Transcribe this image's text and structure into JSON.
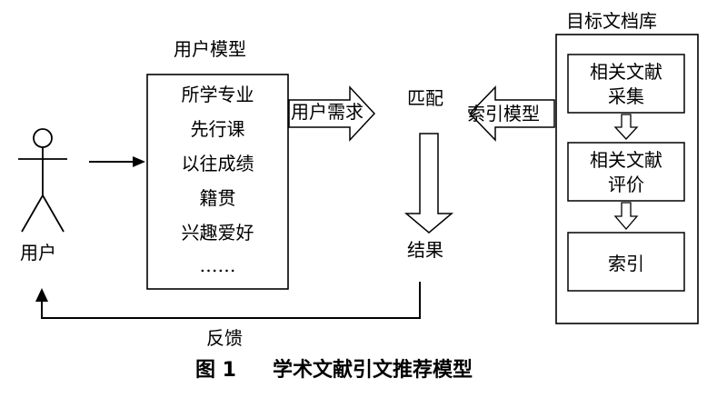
{
  "user": {
    "label": "用户"
  },
  "user_model": {
    "title": "用户模型",
    "attributes": [
      "所学专业",
      "先行课",
      "以往成绩",
      "籍贯",
      "兴趣爱好",
      "……"
    ]
  },
  "arrows": {
    "user_demand": "用户需求",
    "index_model": "索引模型"
  },
  "match": {
    "label": "匹配"
  },
  "result": {
    "label": "结果"
  },
  "feedback": {
    "label": "反馈"
  },
  "target_library": {
    "title": "目标文档库",
    "steps": [
      {
        "line1": "相关文献",
        "line2": "采集"
      },
      {
        "line1": "相关文献",
        "line2": "评价"
      },
      {
        "line1": "索引",
        "line2": ""
      }
    ]
  },
  "caption": {
    "figure_no": "图 1",
    "title": "学术文献引文推荐模型"
  }
}
